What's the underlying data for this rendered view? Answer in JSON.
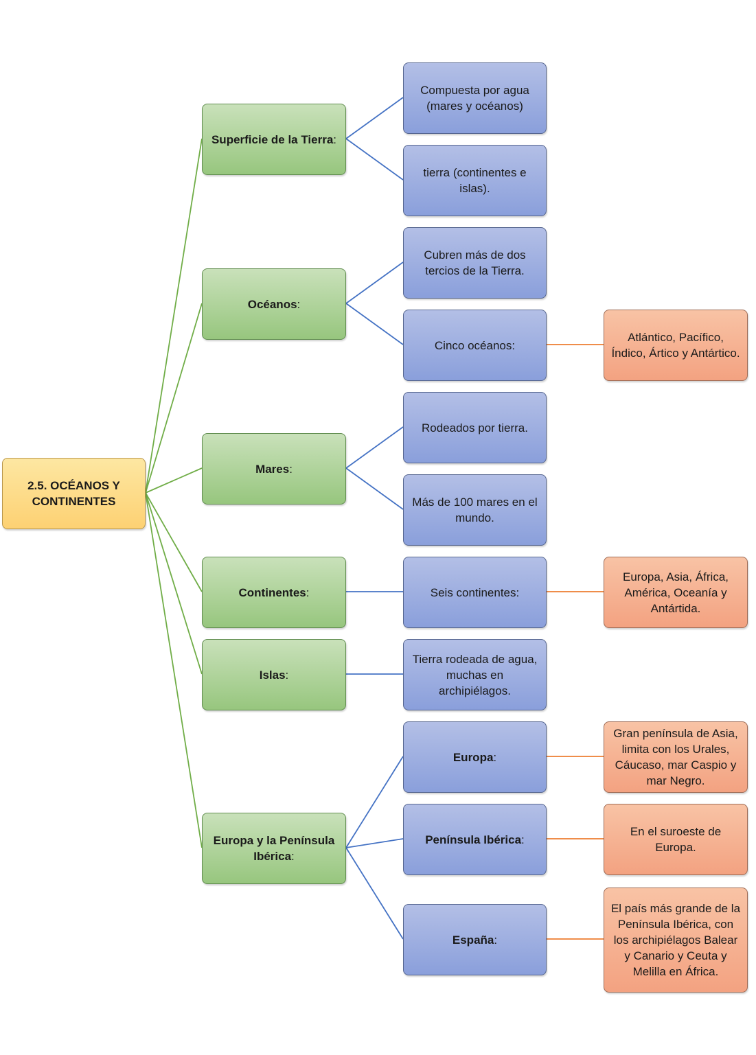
{
  "colors": {
    "root_line": "#70ad47",
    "level1_line": "#4472c4",
    "level2_line": "#ed7d31"
  },
  "root": {
    "label": "2.5. OCÉANOS Y CONTINENTES"
  },
  "branches": [
    {
      "bold": "Superficie de la Tierra",
      "suffix": ":",
      "children": [
        {
          "label": "Compuesta por agua (mares y océanos)"
        },
        {
          "label": "tierra (continentes e islas)."
        }
      ]
    },
    {
      "bold": "Océanos",
      "suffix": ":",
      "children": [
        {
          "label": "Cubren más de dos tercios de la Tierra."
        },
        {
          "label": "Cinco océanos:",
          "detail": "Atlántico, Pacífico, Índico, Ártico y Antártico."
        }
      ]
    },
    {
      "bold": "Mares",
      "suffix": ":",
      "children": [
        {
          "label": "Rodeados por tierra."
        },
        {
          "label": "Más de 100 mares en el mundo."
        }
      ]
    },
    {
      "bold": "Continentes",
      "suffix": ":",
      "children": [
        {
          "label": "Seis continentes:",
          "detail": "Europa, Asia, África, América, Oceanía y Antártida."
        }
      ]
    },
    {
      "bold": "Islas",
      "suffix": ":",
      "children": [
        {
          "label": "Tierra rodeada de agua, muchas en archipiélagos."
        }
      ]
    },
    {
      "bold": "Europa y la Península Ibérica",
      "suffix": ":",
      "children": [
        {
          "bold": "Europa",
          "suffix": ":",
          "detail": "Gran península de Asia, limita con los Urales, Cáucaso, mar Caspio y mar Negro."
        },
        {
          "bold": "Península Ibérica",
          "suffix": ":",
          "detail": "En el suroeste de Europa."
        },
        {
          "bold": "España",
          "suffix": ":",
          "detail": "El país más grande de la Península Ibérica, con los archipiélagos Balear y Canario y Ceuta y Melilla en África."
        }
      ]
    }
  ]
}
